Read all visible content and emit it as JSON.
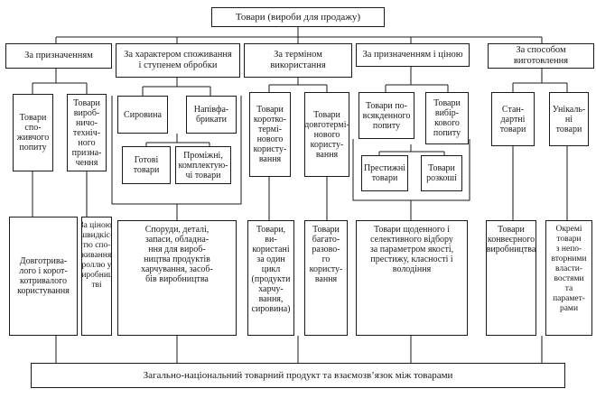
{
  "diagram": {
    "root": "Товари (вироби для продажу)",
    "categories": {
      "purpose": "За призначенням",
      "consumption": "За характером споживання\nі ступенем обробки",
      "term": "За терміном\nвикористання",
      "purpose_price": "За призначенням і ціною",
      "method": "За способом\nвиготовлення"
    },
    "groups": {
      "consumer_goods": "Товари\nспо-\nживчого\nпопиту",
      "industrial_goods": "Товари\nвироб-\nничо-\nтехніч-\nного\nпризна-\nчення",
      "raw": "Сировина",
      "semi": "Напівфа-\nбрикати",
      "finished": "Готові\nтовари",
      "intermediate": "Проміжні,\nкомплектую-\nчі товари",
      "short_term": "Товари\nкоротко-\nтермі-\nнового\nкористу-\nвання",
      "long_term": "Товари\nдовготермі-\nнового\nкористу-\nвання",
      "daily": "Товари по-\nвсякденного\nпопиту",
      "selective": "Товари\nвибір-\nкового\nпопиту",
      "prestige": "Престижні\nтовари",
      "luxury": "Товари\nрозкоші",
      "standard": "Стан-\nдартні\nтовари",
      "unique": "Унікаль-\nні\nтовари"
    },
    "descriptions": {
      "long_short_use": "Довготрива-\nлого і корот-\nкотривалого\nкористування",
      "price_speed": "За ціною,\nшвидкіс-\nтю спо-\nживання,\nроллю у\nвиробниц-\nтві",
      "structures": "Споруди, деталі,\nзапаси, обладна-\nння для вироб-\nництва продуктів\nхарчування, засоб-\nбів виробництва",
      "single_cycle": "Товари, ви-\nкористані\nза один\nцикл\n(продукти\nхарчу-\nвання,\nсировина)",
      "multi_use": "Товари\nбагато-\nразово-\nго\nкористу-\nвання",
      "daily_selective": "Товари щоденного і\nселективного відбору\nза параметром якості,\nпрестижу, класності і\nволодіння",
      "conveyor": "Товари\nконвеєрного\nвиробництва",
      "individual": "Окремі\nтовари\nз непо-\nвторними\nвласти-\nвостями\nта парамет-\nрами"
    },
    "footer": "Загально-національний товарний продукт та взаємозв’язок між товарами"
  }
}
